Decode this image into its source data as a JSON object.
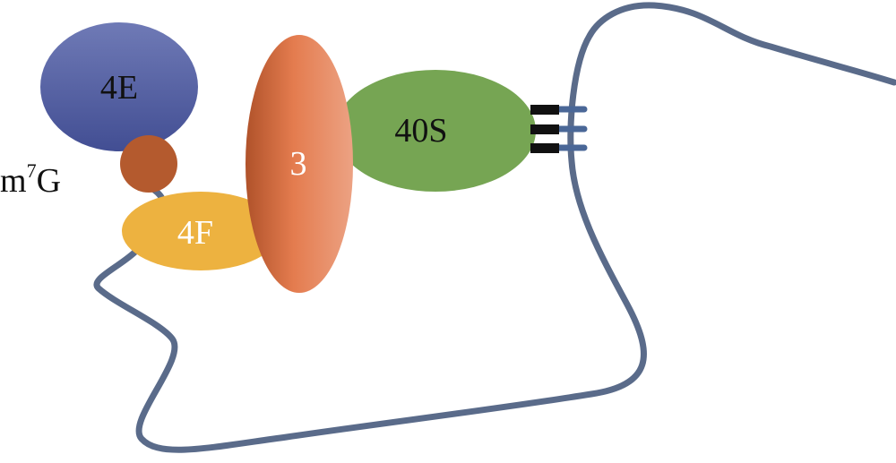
{
  "diagram": {
    "labels": {
      "cap_4e": "4E",
      "cap_4f": "4F",
      "factor_3": "3",
      "subunit_40s": "40S",
      "cap_base": "m",
      "cap_sup": "7",
      "cap_tail": "G"
    },
    "colors": {
      "mrna_strand": "#5a6b8a",
      "mrna_pairing": "#4a6797",
      "codon_dark": "#111111",
      "eif4e_top": "#6f7ab6",
      "eif4e_bottom": "#424e93",
      "m7g_cap": "#b45a2e",
      "eif4f": "#edb240",
      "eif3_dark": "#b0522a",
      "eif3_mid": "#e47c4f",
      "eif3_light": "#eca283",
      "ribosome_40s": "#76a553",
      "text_dark": "#111111",
      "text_light": "#ffffff"
    }
  }
}
